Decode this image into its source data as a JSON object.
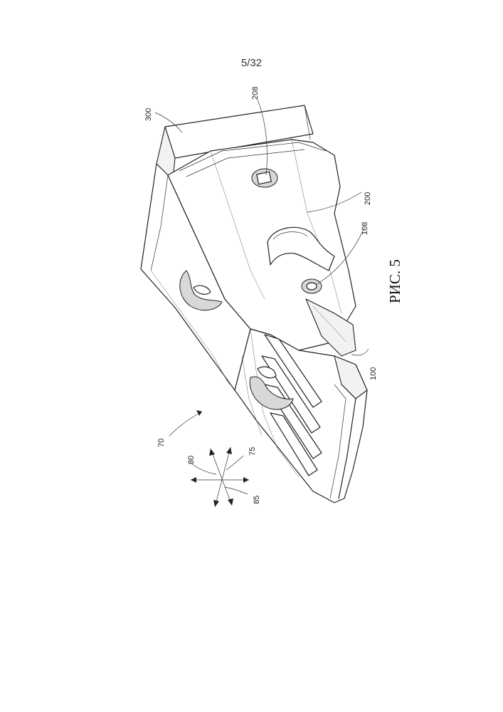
{
  "page_number": "5/32",
  "figure_caption": "РИС. 5",
  "reference_labels": {
    "r300": "300",
    "r208": "208",
    "r200": "200",
    "r108": "108",
    "r100": "100",
    "r70": "70",
    "r80": "80",
    "r75": "75",
    "r85": "85"
  }
}
